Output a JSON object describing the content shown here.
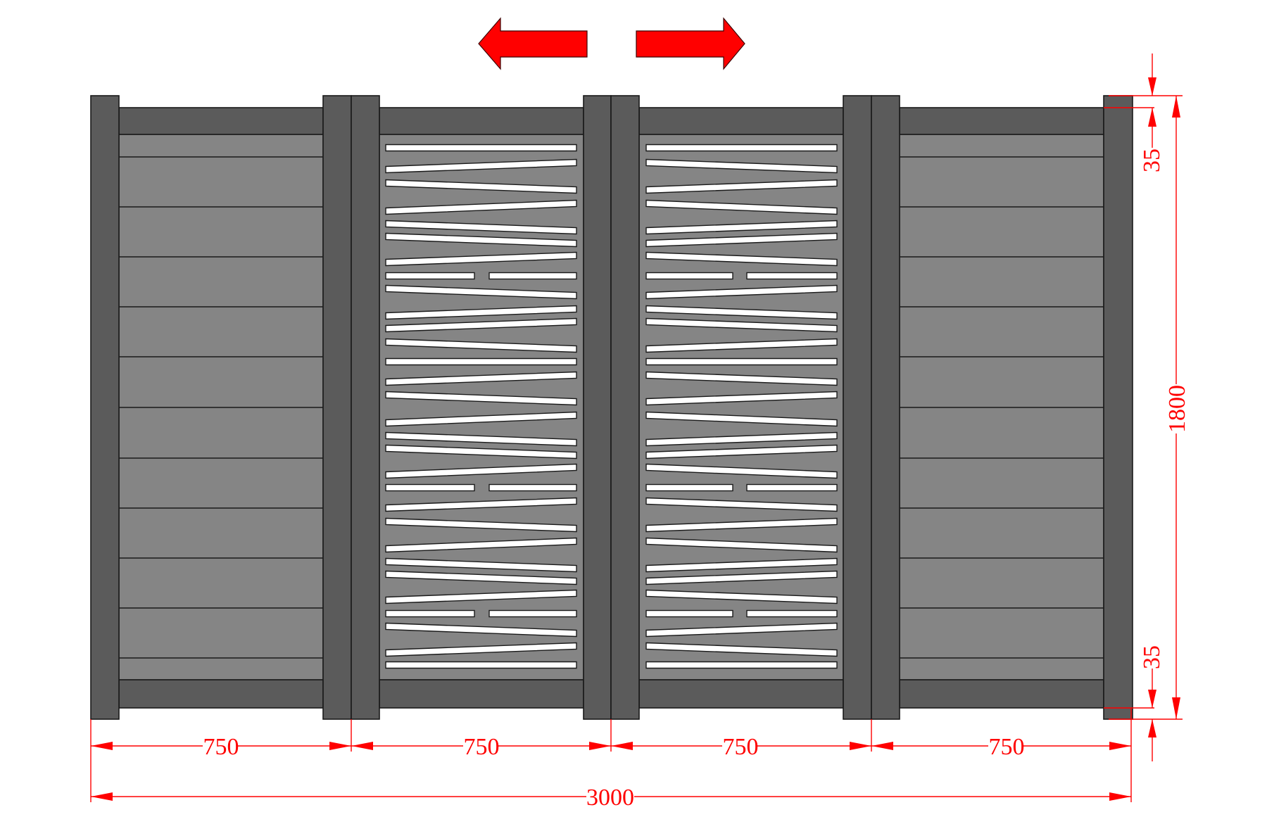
{
  "drawing": {
    "title": "Sliding gate elevation with fixed side panels",
    "colors": {
      "frame": "#5b5b5b",
      "infill": "#858585",
      "slat": "#ffffff",
      "outline": "#1a1a1a",
      "dimension": "#ff0000",
      "arrow": "#ff0000"
    },
    "movement_arrows": [
      {
        "name": "open-left-arrow",
        "direction": "left"
      },
      {
        "name": "open-right-arrow",
        "direction": "right"
      }
    ],
    "panels": [
      {
        "name": "fixed-panel-left",
        "type": "horizontal-boards",
        "width_mm": 750
      },
      {
        "name": "gate-leaf-left",
        "type": "laser-cut-slats",
        "width_mm": 750
      },
      {
        "name": "gate-leaf-right",
        "type": "laser-cut-slats-mirrored",
        "width_mm": 750
      },
      {
        "name": "fixed-panel-right",
        "type": "horizontal-boards",
        "width_mm": 750
      }
    ],
    "dimensions": {
      "segment_labels": [
        "750",
        "750",
        "750",
        "750"
      ],
      "overall_width": "3000",
      "overall_height": "1800",
      "top_offset": "35",
      "bottom_offset": "35"
    }
  },
  "slat_pattern": [
    {
      "type": "flat",
      "l": 210,
      "r": 210
    },
    {
      "type": "tilt",
      "l": 241,
      "r": 231
    },
    {
      "type": "tilt",
      "l": 260,
      "r": 270
    },
    {
      "type": "tilt",
      "l": 300,
      "r": 289
    },
    {
      "type": "tilt",
      "l": 318,
      "r": 328
    },
    {
      "type": "tilt",
      "l": 336,
      "r": 346
    },
    {
      "type": "tilt",
      "l": 373,
      "r": 363
    },
    {
      "type": "split",
      "l": 392,
      "r": 392
    },
    {
      "type": "tilt",
      "l": 410,
      "r": 420
    },
    {
      "type": "tilt",
      "l": 449,
      "r": 439
    },
    {
      "type": "tilt",
      "l": 467,
      "r": 457
    },
    {
      "type": "tilt",
      "l": 486,
      "r": 496
    },
    {
      "type": "flat",
      "l": 514,
      "r": 514
    },
    {
      "type": "tilt",
      "l": 543,
      "r": 533
    },
    {
      "type": "tilt",
      "l": 561,
      "r": 571
    },
    {
      "type": "tilt",
      "l": 601,
      "r": 590
    },
    {
      "type": "tilt",
      "l": 619,
      "r": 629
    },
    {
      "type": "tilt",
      "l": 637,
      "r": 647
    },
    {
      "type": "tilt",
      "l": 675,
      "r": 664
    },
    {
      "type": "split",
      "l": 693,
      "r": 693
    },
    {
      "type": "tilt",
      "l": 722,
      "r": 712
    },
    {
      "type": "tilt",
      "l": 741,
      "r": 751
    },
    {
      "type": "tilt",
      "l": 780,
      "r": 769
    },
    {
      "type": "tilt",
      "l": 798,
      "r": 808
    },
    {
      "type": "tilt",
      "l": 816,
      "r": 826
    },
    {
      "type": "tilt",
      "l": 853,
      "r": 843
    },
    {
      "type": "split",
      "l": 872,
      "r": 872
    },
    {
      "type": "tilt",
      "l": 890,
      "r": 900
    },
    {
      "type": "tilt",
      "l": 928,
      "r": 918
    },
    {
      "type": "flat",
      "l": 945,
      "r": 945
    }
  ],
  "board_lines_y": [
    223,
    294,
    365,
    436,
    507,
    579,
    651,
    722,
    793,
    864,
    935
  ]
}
